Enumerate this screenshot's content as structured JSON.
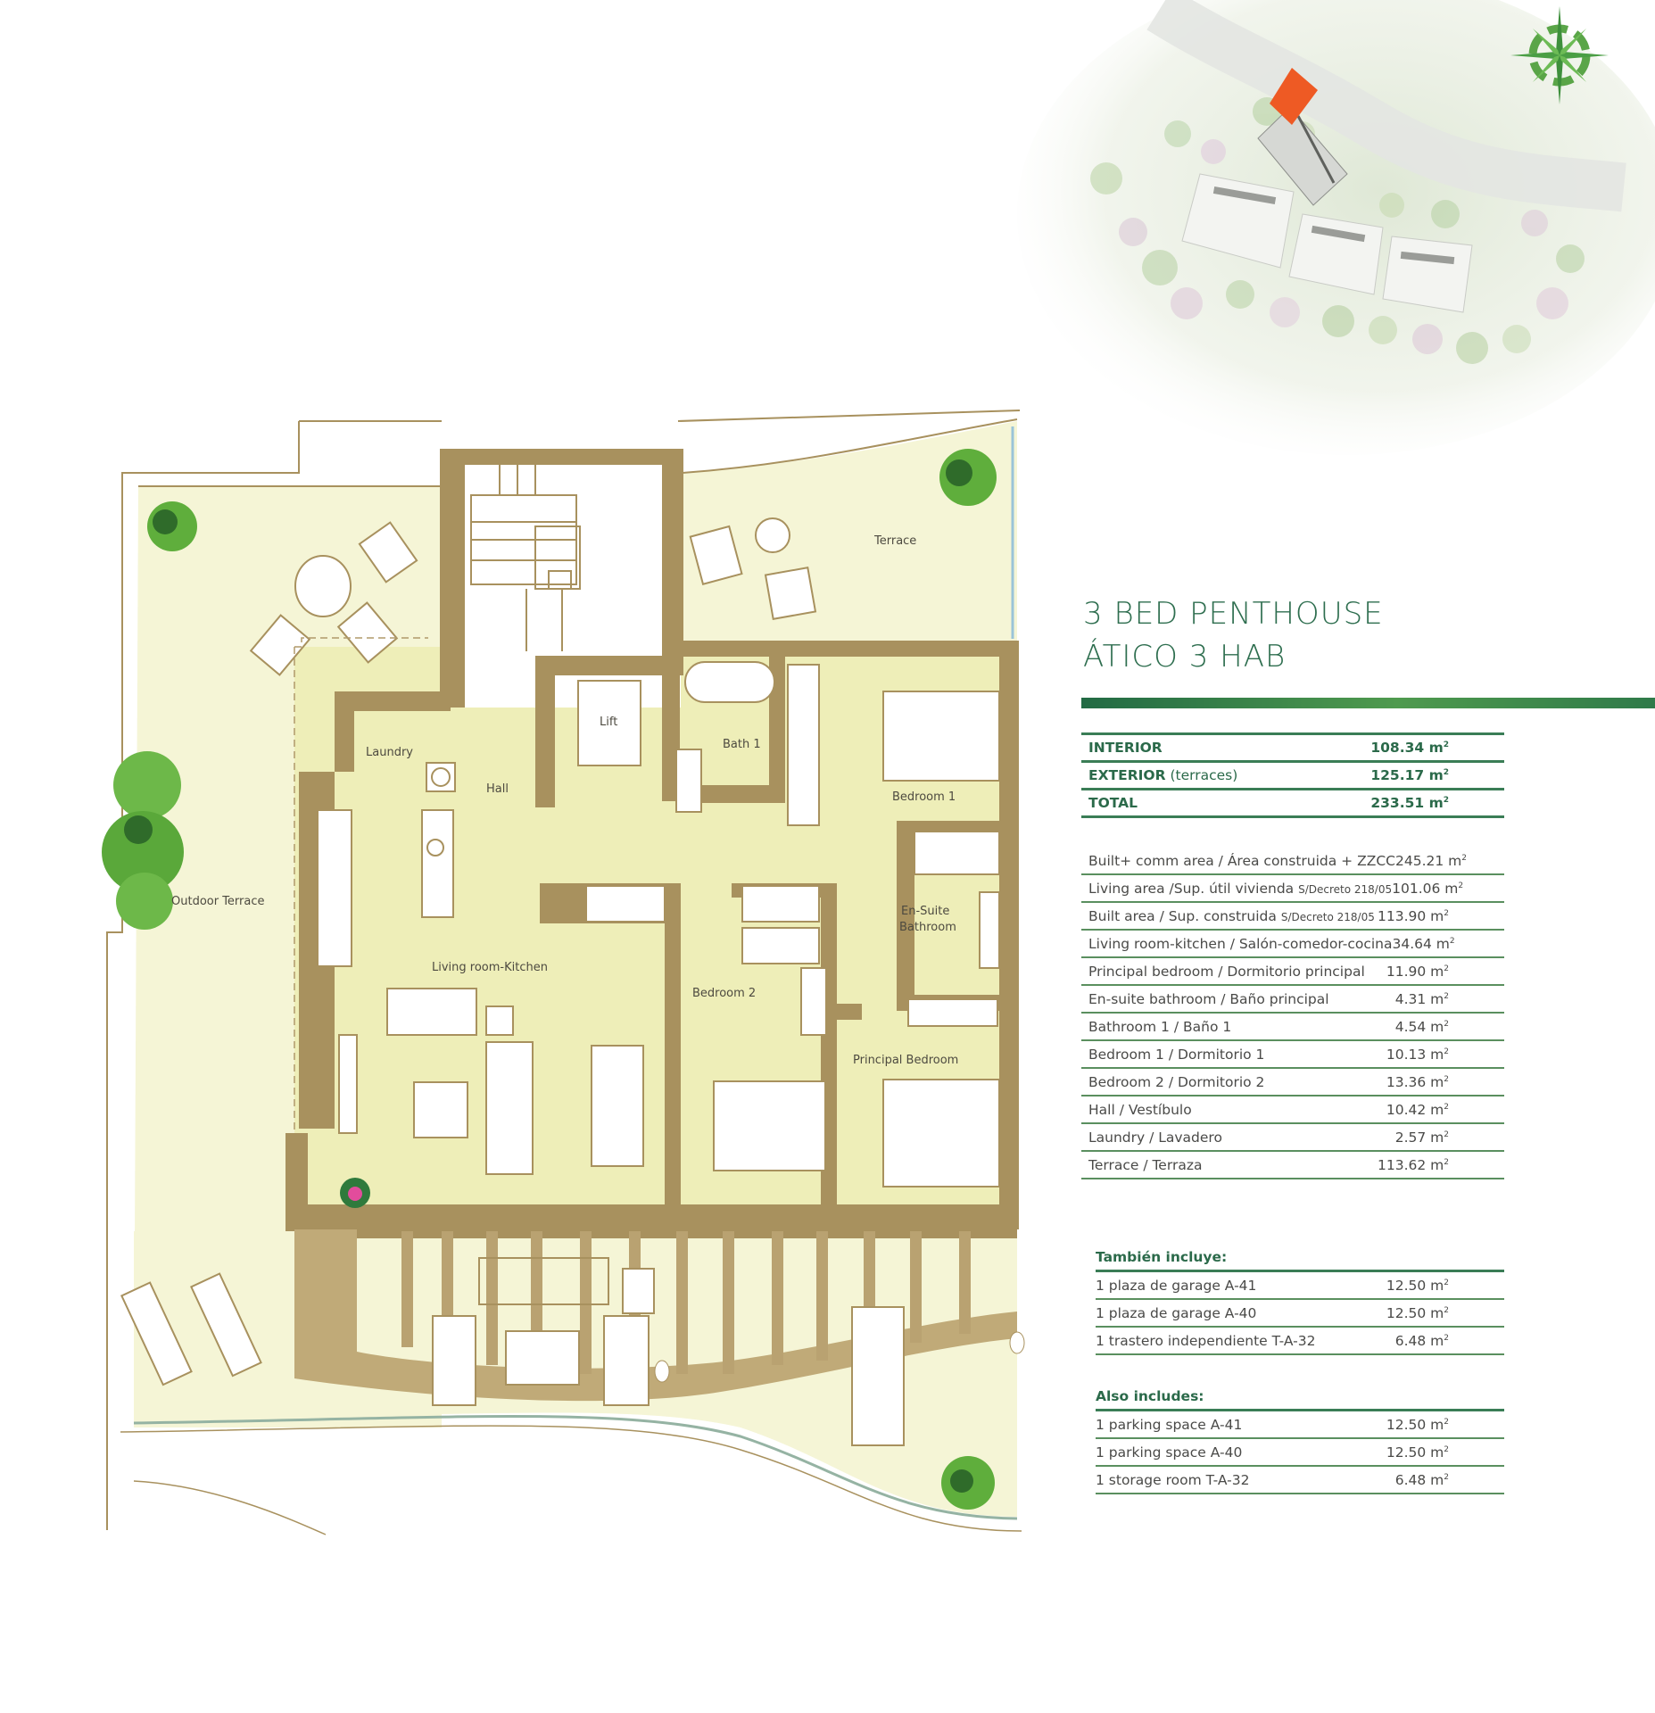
{
  "title": {
    "line1": "3 BED PENTHOUSE",
    "line2": "ÁTICO 3 HAB"
  },
  "colors": {
    "brand_green": "#2e6e4f",
    "bar_green": "#4f9a4e",
    "wall": "#a8915e",
    "interior_fill": "#eeeeb8",
    "terrace_fill": "#f5f5d6",
    "highlight_unit": "#ee5a24"
  },
  "site_plan": {
    "compass_label": "N",
    "highlight": "selected-unit"
  },
  "floor_plan": {
    "rooms": {
      "terrace": "Terrace",
      "outdoor_terrace": "Outdoor Terrace",
      "laundry": "Laundry",
      "hall": "Hall",
      "lift": "Lift",
      "bath1": "Bath 1",
      "bedroom1": "Bedroom 1",
      "living": "Living room-Kitchen",
      "bedroom2": "Bedroom 2",
      "ensuite_line1": "En-Suite",
      "ensuite_line2": "Bathroom",
      "principal": "Principal Bedroom"
    }
  },
  "summary": [
    {
      "label": "INTERIOR",
      "paren": "",
      "value": "108.34 m",
      "unit_sup": "2"
    },
    {
      "label": "EXTERIOR",
      "paren": " (terraces)",
      "value": "125.17 m",
      "unit_sup": "2"
    },
    {
      "label": "TOTAL",
      "paren": "",
      "value": "233.51 m",
      "unit_sup": "2"
    }
  ],
  "areas": [
    {
      "label": "Built+ comm  area / Área construida + ZZCC",
      "note": "",
      "value": "245.21 m",
      "unit_sup": "2"
    },
    {
      "label": "Living area /Sup. útil vivienda ",
      "note": "S/Decreto 218/05",
      "value": "101.06 m",
      "unit_sup": "2"
    },
    {
      "label": "Built area / Sup. construida  ",
      "note": "S/Decreto 218/05",
      "value": "113.90 m",
      "unit_sup": "2"
    },
    {
      "label": "Living room-kitchen / Salón-comedor-cocina",
      "note": "",
      "value": "34.64 m",
      "unit_sup": "2"
    },
    {
      "label": "Principal bedroom / Dormitorio principal",
      "note": "",
      "value": "11.90 m",
      "unit_sup": "2"
    },
    {
      "label": "En-suite bathroom / Baño principal",
      "note": "",
      "value": "4.31 m",
      "unit_sup": "2"
    },
    {
      "label": "Bathroom 1 / Baño 1",
      "note": "",
      "value": "4.54 m",
      "unit_sup": "2"
    },
    {
      "label": "Bedroom 1 / Dormitorio 1",
      "note": "",
      "value": "10.13 m",
      "unit_sup": "2"
    },
    {
      "label": "Bedroom 2 / Dormitorio 2",
      "note": "",
      "value": "13.36 m",
      "unit_sup": "2"
    },
    {
      "label": "Hall / Vestíbulo",
      "note": "",
      "value": "10.42 m",
      "unit_sup": "2"
    },
    {
      "label": "Laundry / Lavadero",
      "note": "",
      "value": "2.57 m",
      "unit_sup": "2"
    },
    {
      "label": "Terrace / Terraza",
      "note": "",
      "value": "113.62 m",
      "unit_sup": "2"
    }
  ],
  "tambien": {
    "heading": "También incluye:",
    "items": [
      {
        "label": "1 plaza de garage A-41",
        "value": "12.50 m",
        "unit_sup": "2"
      },
      {
        "label": "1 plaza de garage A-40",
        "value": "12.50 m",
        "unit_sup": "2"
      },
      {
        "label": "1 trastero independiente T-A-32",
        "value": "6.48 m",
        "unit_sup": "2"
      }
    ]
  },
  "also": {
    "heading": "Also includes:",
    "items": [
      {
        "label": "1 parking space A-41",
        "value": "12.50 m",
        "unit_sup": "2"
      },
      {
        "label": "1 parking space A-40",
        "value": "12.50 m",
        "unit_sup": "2"
      },
      {
        "label": "1 storage room T-A-32",
        "value": "6.48 m",
        "unit_sup": "2"
      }
    ]
  }
}
